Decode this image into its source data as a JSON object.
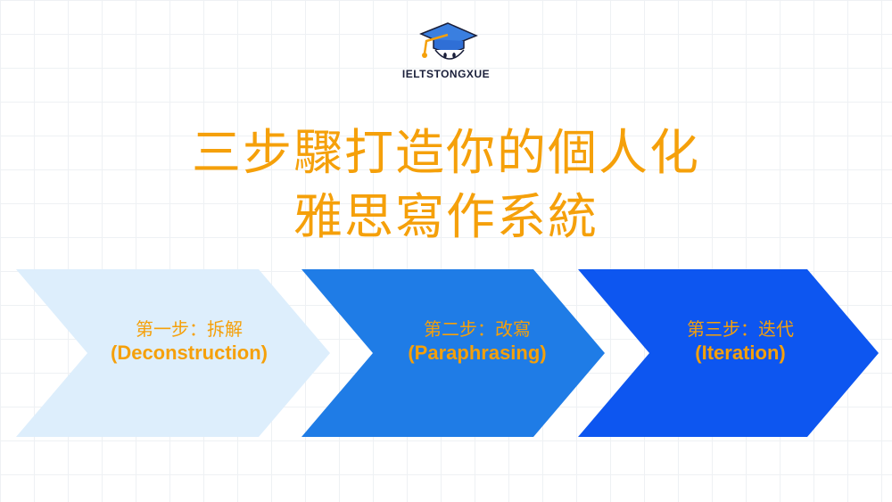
{
  "brand": {
    "name": "IELTSTONGXUE",
    "logo_icon": "graduation-cap-mascot-icon"
  },
  "title": {
    "line1": "三步驟打造你的個人化",
    "line2": "雅思寫作系統"
  },
  "steps": [
    {
      "zh": "第一步：拆解",
      "en": "(Deconstruction)",
      "color": "#ddeefc"
    },
    {
      "zh": "第二步：改寫",
      "en": "(Paraphrasing)",
      "color": "#1f7ce6"
    },
    {
      "zh": "第三步：迭代",
      "en": "(Iteration)",
      "color": "#0d56f0"
    }
  ],
  "colors": {
    "accent": "#f5a00a",
    "brand_text": "#1a1f3a",
    "cap_blue": "#3a7fe0"
  }
}
